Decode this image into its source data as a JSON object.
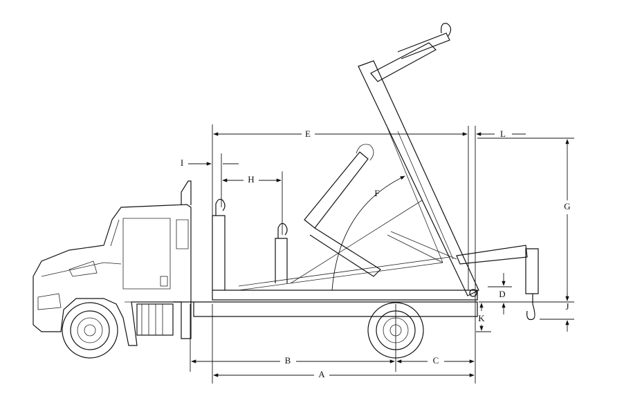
{
  "diagram": {
    "title": "Truck with hooklift hoist side elevation dimensions",
    "labels": {
      "A": "A",
      "B": "B",
      "C": "C",
      "D": "D",
      "E": "E",
      "F": "F",
      "G": "G",
      "H": "H",
      "I": "I",
      "J": "J",
      "K": "K",
      "L": "L"
    }
  }
}
